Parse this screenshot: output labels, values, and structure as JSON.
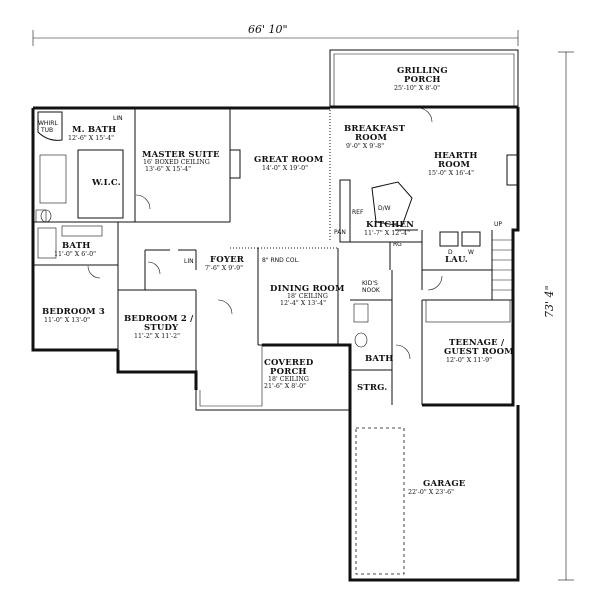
{
  "overall": {
    "width": "66' 10\"",
    "depth": "73' 4\""
  },
  "rooms": {
    "grilling_porch": {
      "name1": "GRILLING",
      "name2": "PORCH",
      "dim": "25'-10\" X 8'-0\""
    },
    "master_bath": {
      "name": "M. BATH",
      "dim": "12'-6\" X 15'-4\""
    },
    "master_suite": {
      "name": "MASTER SUITE",
      "note": "16' BOXED CEILING",
      "dim": "13'-6\" X 15'-4\""
    },
    "wic": {
      "name": "W.I.C."
    },
    "great_room": {
      "name": "GREAT ROOM",
      "dim": "14'-0\" X 19'-0\""
    },
    "breakfast": {
      "name1": "BREAKFAST",
      "name2": "ROOM",
      "dim": "9'-0\" X 9'-8\""
    },
    "hearth": {
      "name1": "HEARTH",
      "name2": "ROOM",
      "dim": "15'-0\" X 16'-4\""
    },
    "kitchen": {
      "name": "KITCHEN",
      "dim": "11'-7\" X 12'-4\""
    },
    "bath": {
      "name": "BATH",
      "dim": "11'-0\" X 6'-0\""
    },
    "foyer": {
      "name": "FOYER",
      "dim": "7'-6\" X 9'-9\""
    },
    "dining": {
      "name": "DINING ROOM",
      "note": "18' CEILING",
      "dim": "12'-4\" X 13'-4\""
    },
    "bedroom3": {
      "name": "BEDROOM 3",
      "dim": "11'-0\" X 13'-0\""
    },
    "bedroom2": {
      "name1": "BEDROOM 2 /",
      "name2": "STUDY",
      "dim": "11'-2\" X 11'-2\""
    },
    "covered_porch": {
      "name1": "COVERED",
      "name2": "PORCH",
      "note": "18' CEILING",
      "dim": "21'-6\" X 8'-0\""
    },
    "teenage": {
      "name1": "TEENAGE /",
      "name2": "GUEST ROOM",
      "dim": "12'-0\" X 11'-9\""
    },
    "garage": {
      "name": "GARAGE",
      "dim": "22'-0\" X 23'-6\""
    },
    "lau": {
      "name": "LAU."
    },
    "small_bath": {
      "name": "BATH"
    },
    "strg": {
      "name": "STRG."
    },
    "kids_nook": {
      "name1": "KID'S",
      "name2": "NOOK"
    }
  },
  "labels": {
    "whirl_tub1": "WHIRL",
    "whirl_tub2": "TUB",
    "lin1": "LIN",
    "lin2": "LIN",
    "ref": "REF",
    "pan": "PAN",
    "dw": "D/W",
    "rg": "RG",
    "rnd_col": "8\" RND COL.",
    "up": "UP",
    "d": "D",
    "w": "W"
  }
}
